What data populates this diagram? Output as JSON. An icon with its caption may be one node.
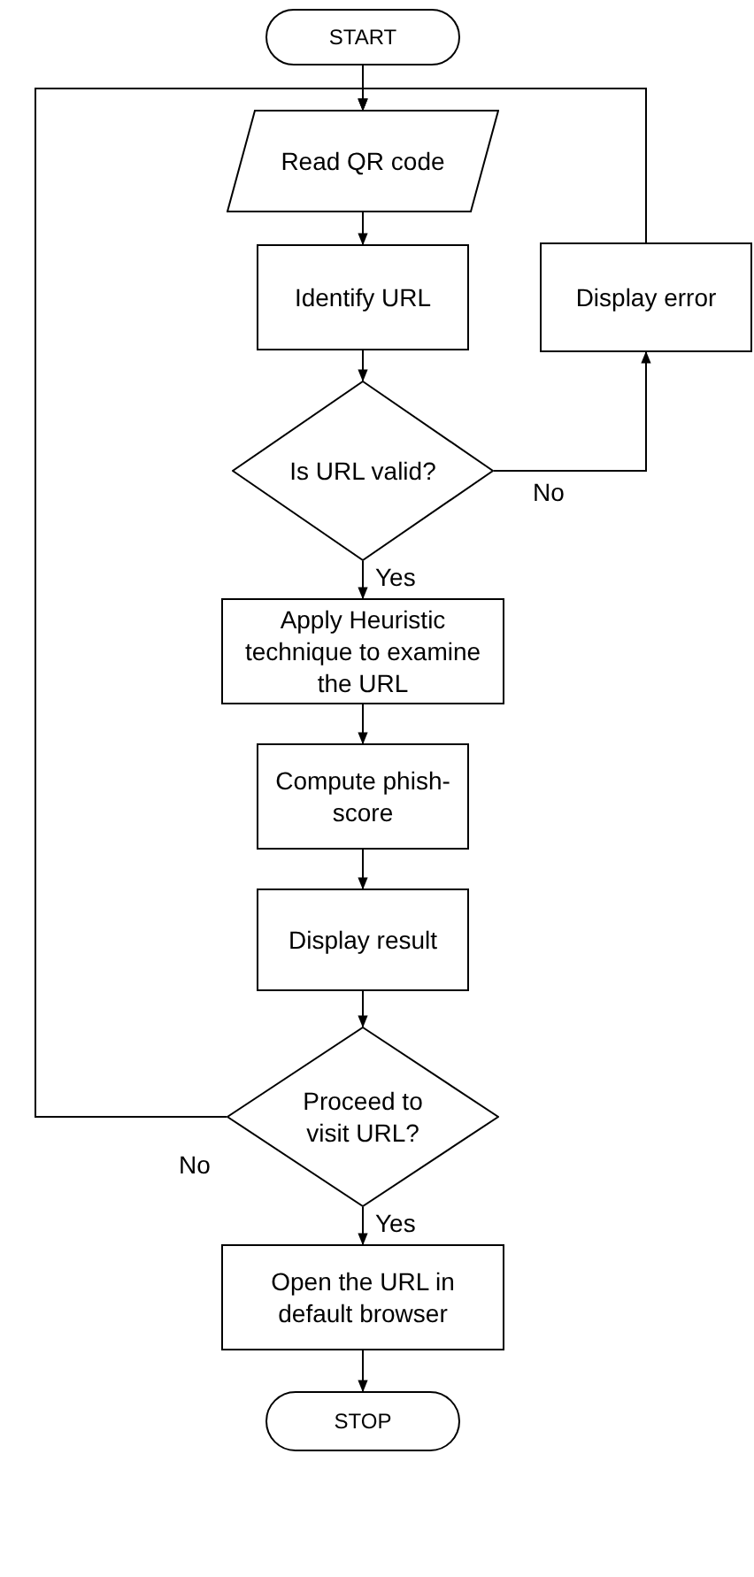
{
  "diagram": {
    "nodes": [
      {
        "text": [
          "START"
        ]
      },
      {
        "text": [
          "Read QR code"
        ]
      },
      {
        "text": [
          "Identify URL"
        ]
      },
      {
        "text": [
          "Is URL valid?"
        ]
      },
      {
        "text": [
          "Display error"
        ]
      },
      {
        "text": [
          "Apply Heuristic technique to examine the URL"
        ]
      },
      {
        "text": [
          "Compute phish-score"
        ]
      },
      {
        "text": [
          "Display result"
        ]
      },
      {
        "text": [
          "Proceed to visit URL?"
        ]
      },
      {
        "text": [
          "Open the URL in default browser"
        ]
      },
      {
        "text": [
          "STOP"
        ]
      }
    ],
    "edges": [
      {
        "from": 0,
        "to": 1,
        "arrow": "to"
      },
      {
        "from": 1,
        "to": 2,
        "arrow": "to"
      },
      {
        "from": 2,
        "to": 3,
        "arrow": "to"
      },
      {
        "from": 3,
        "to": 4,
        "arrow": "to",
        "label": "No"
      },
      {
        "from": 4,
        "to": 1,
        "arrow": "to"
      },
      {
        "from": 3,
        "to": 5,
        "arrow": "to",
        "label": "Yes"
      },
      {
        "from": 5,
        "to": 6,
        "arrow": "to"
      },
      {
        "from": 6,
        "to": 7,
        "arrow": "to"
      },
      {
        "from": 7,
        "to": 8,
        "arrow": "to"
      },
      {
        "from": 8,
        "to": 1,
        "arrow": "to",
        "label": "No"
      },
      {
        "from": 8,
        "to": 9,
        "arrow": "to",
        "label": "Yes"
      },
      {
        "from": 9,
        "to": 10,
        "arrow": "to"
      }
    ]
  }
}
